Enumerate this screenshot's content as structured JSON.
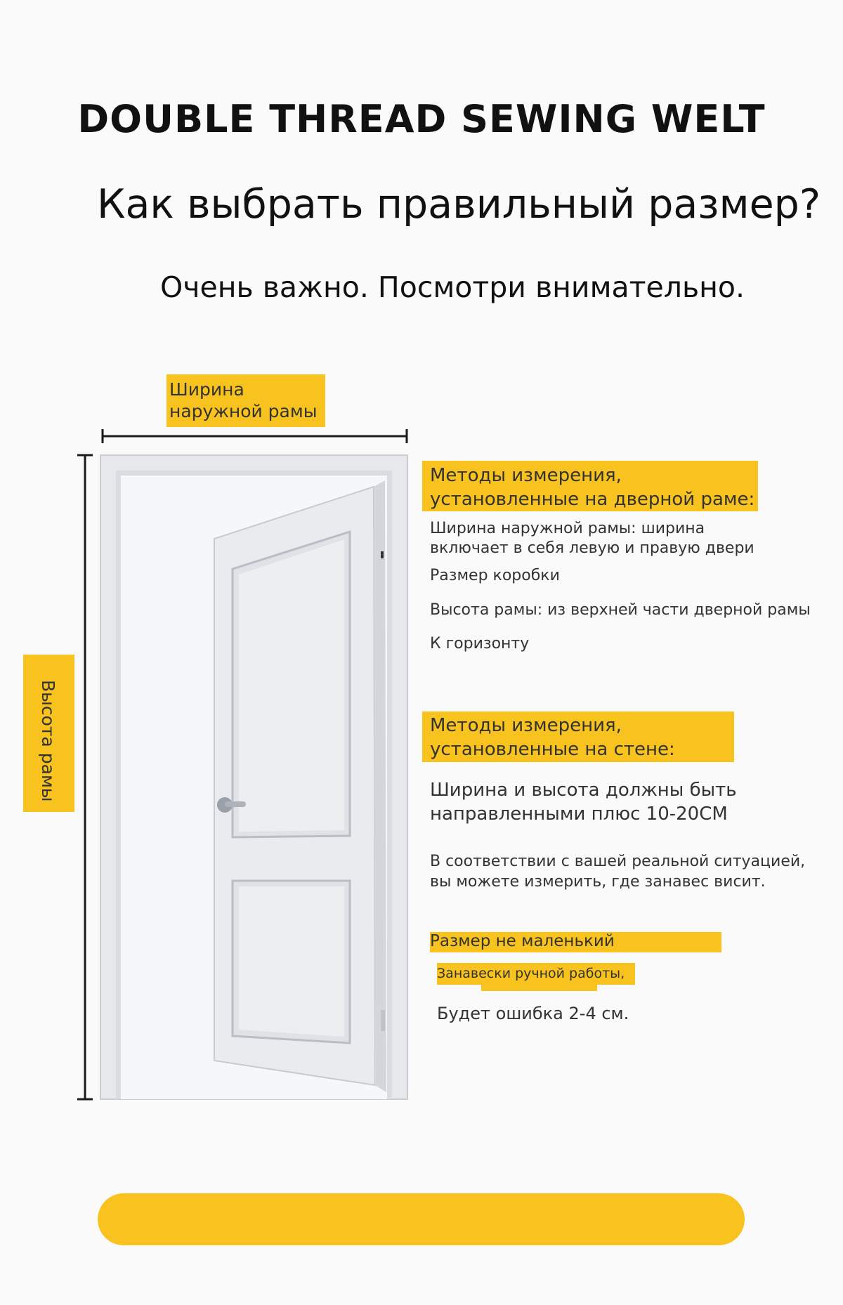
{
  "brand": "DOUBLE THREAD SEWING WELT",
  "headline": "Как выбрать правильный размер?",
  "subline": "Очень важно. Посмотри внимательно.",
  "diagram": {
    "width_label_line1": "Ширина",
    "width_label_line2": "наружной рамы",
    "height_label": "Высота рамы"
  },
  "frame_section": {
    "title_line1": "Методы измерения,",
    "title_line2": "установленные на дверной раме:",
    "items": [
      "Ширина наружной рамы: ширина",
      "включает в себя левую и правую двери",
      "Размер коробки",
      "Высота рамы: из верхней части дверной рамы",
      "К горизонту"
    ]
  },
  "wall_section": {
    "title_line1": "Методы измерения,",
    "title_line2": "установленные на стене:",
    "items": [
      "Ширина и высота должны быть",
      "направленными плюс 10-20CM",
      "В соответствии с вашей реальной ситуацией,",
      "вы можете измерить, где занавес висит."
    ]
  },
  "note_section": {
    "title": "Размер не маленький",
    "items": [
      "Занавески ручной работы,",
      "Будет ошибка 2-4 см."
    ]
  },
  "colors": {
    "accent": "#f9c31f",
    "text": "#333333",
    "door": "#e9ebee"
  }
}
